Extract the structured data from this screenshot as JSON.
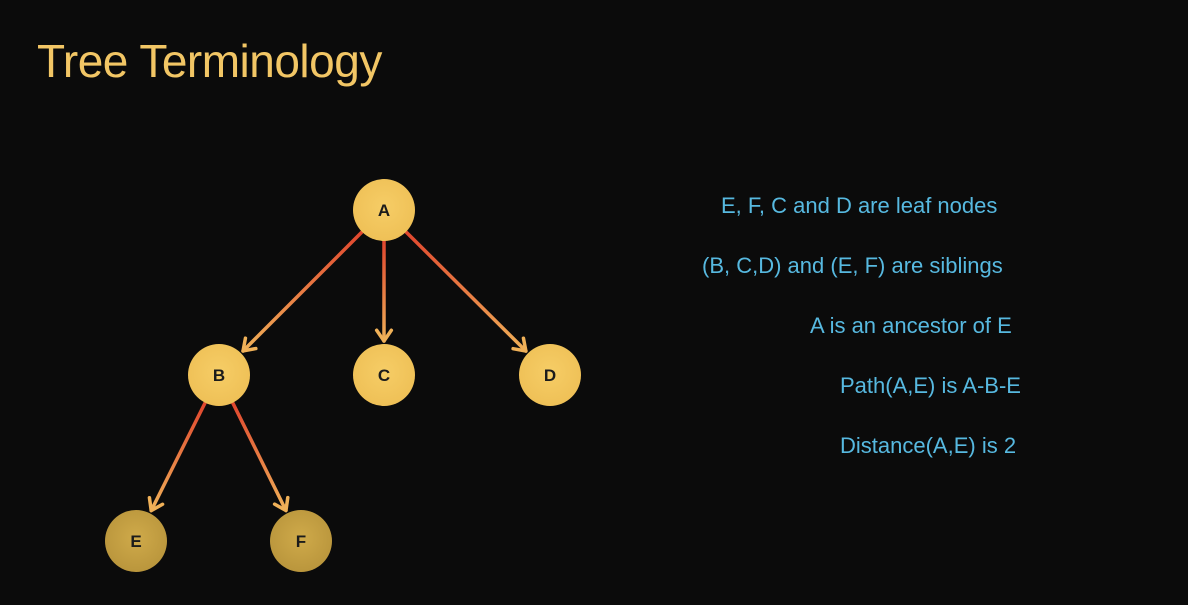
{
  "slide": {
    "title": "Tree Terminology"
  },
  "tree": {
    "nodes": [
      {
        "id": "A",
        "label": "A"
      },
      {
        "id": "B",
        "label": "B"
      },
      {
        "id": "C",
        "label": "C"
      },
      {
        "id": "D",
        "label": "D"
      },
      {
        "id": "E",
        "label": "E"
      },
      {
        "id": "F",
        "label": "F"
      }
    ],
    "edges": [
      {
        "from": "A",
        "to": "B"
      },
      {
        "from": "A",
        "to": "C"
      },
      {
        "from": "A",
        "to": "D"
      },
      {
        "from": "B",
        "to": "E"
      },
      {
        "from": "B",
        "to": "F"
      }
    ]
  },
  "facts": [
    "E, F, C and D are leaf nodes",
    "(B, C,D) and (E, F) are siblings",
    "A is an ancestor of E",
    "Path(A,E) is A-B-E",
    "Distance(A,E) is 2"
  ],
  "colors": {
    "background": "#0b0b0b",
    "title": "#f2c665",
    "node_fill": "#f2c55c",
    "node_fill_dim": "#c9a445",
    "edge_start": "#e0462e",
    "edge_end": "#f0b158",
    "fact_text": "#57b9e0"
  }
}
